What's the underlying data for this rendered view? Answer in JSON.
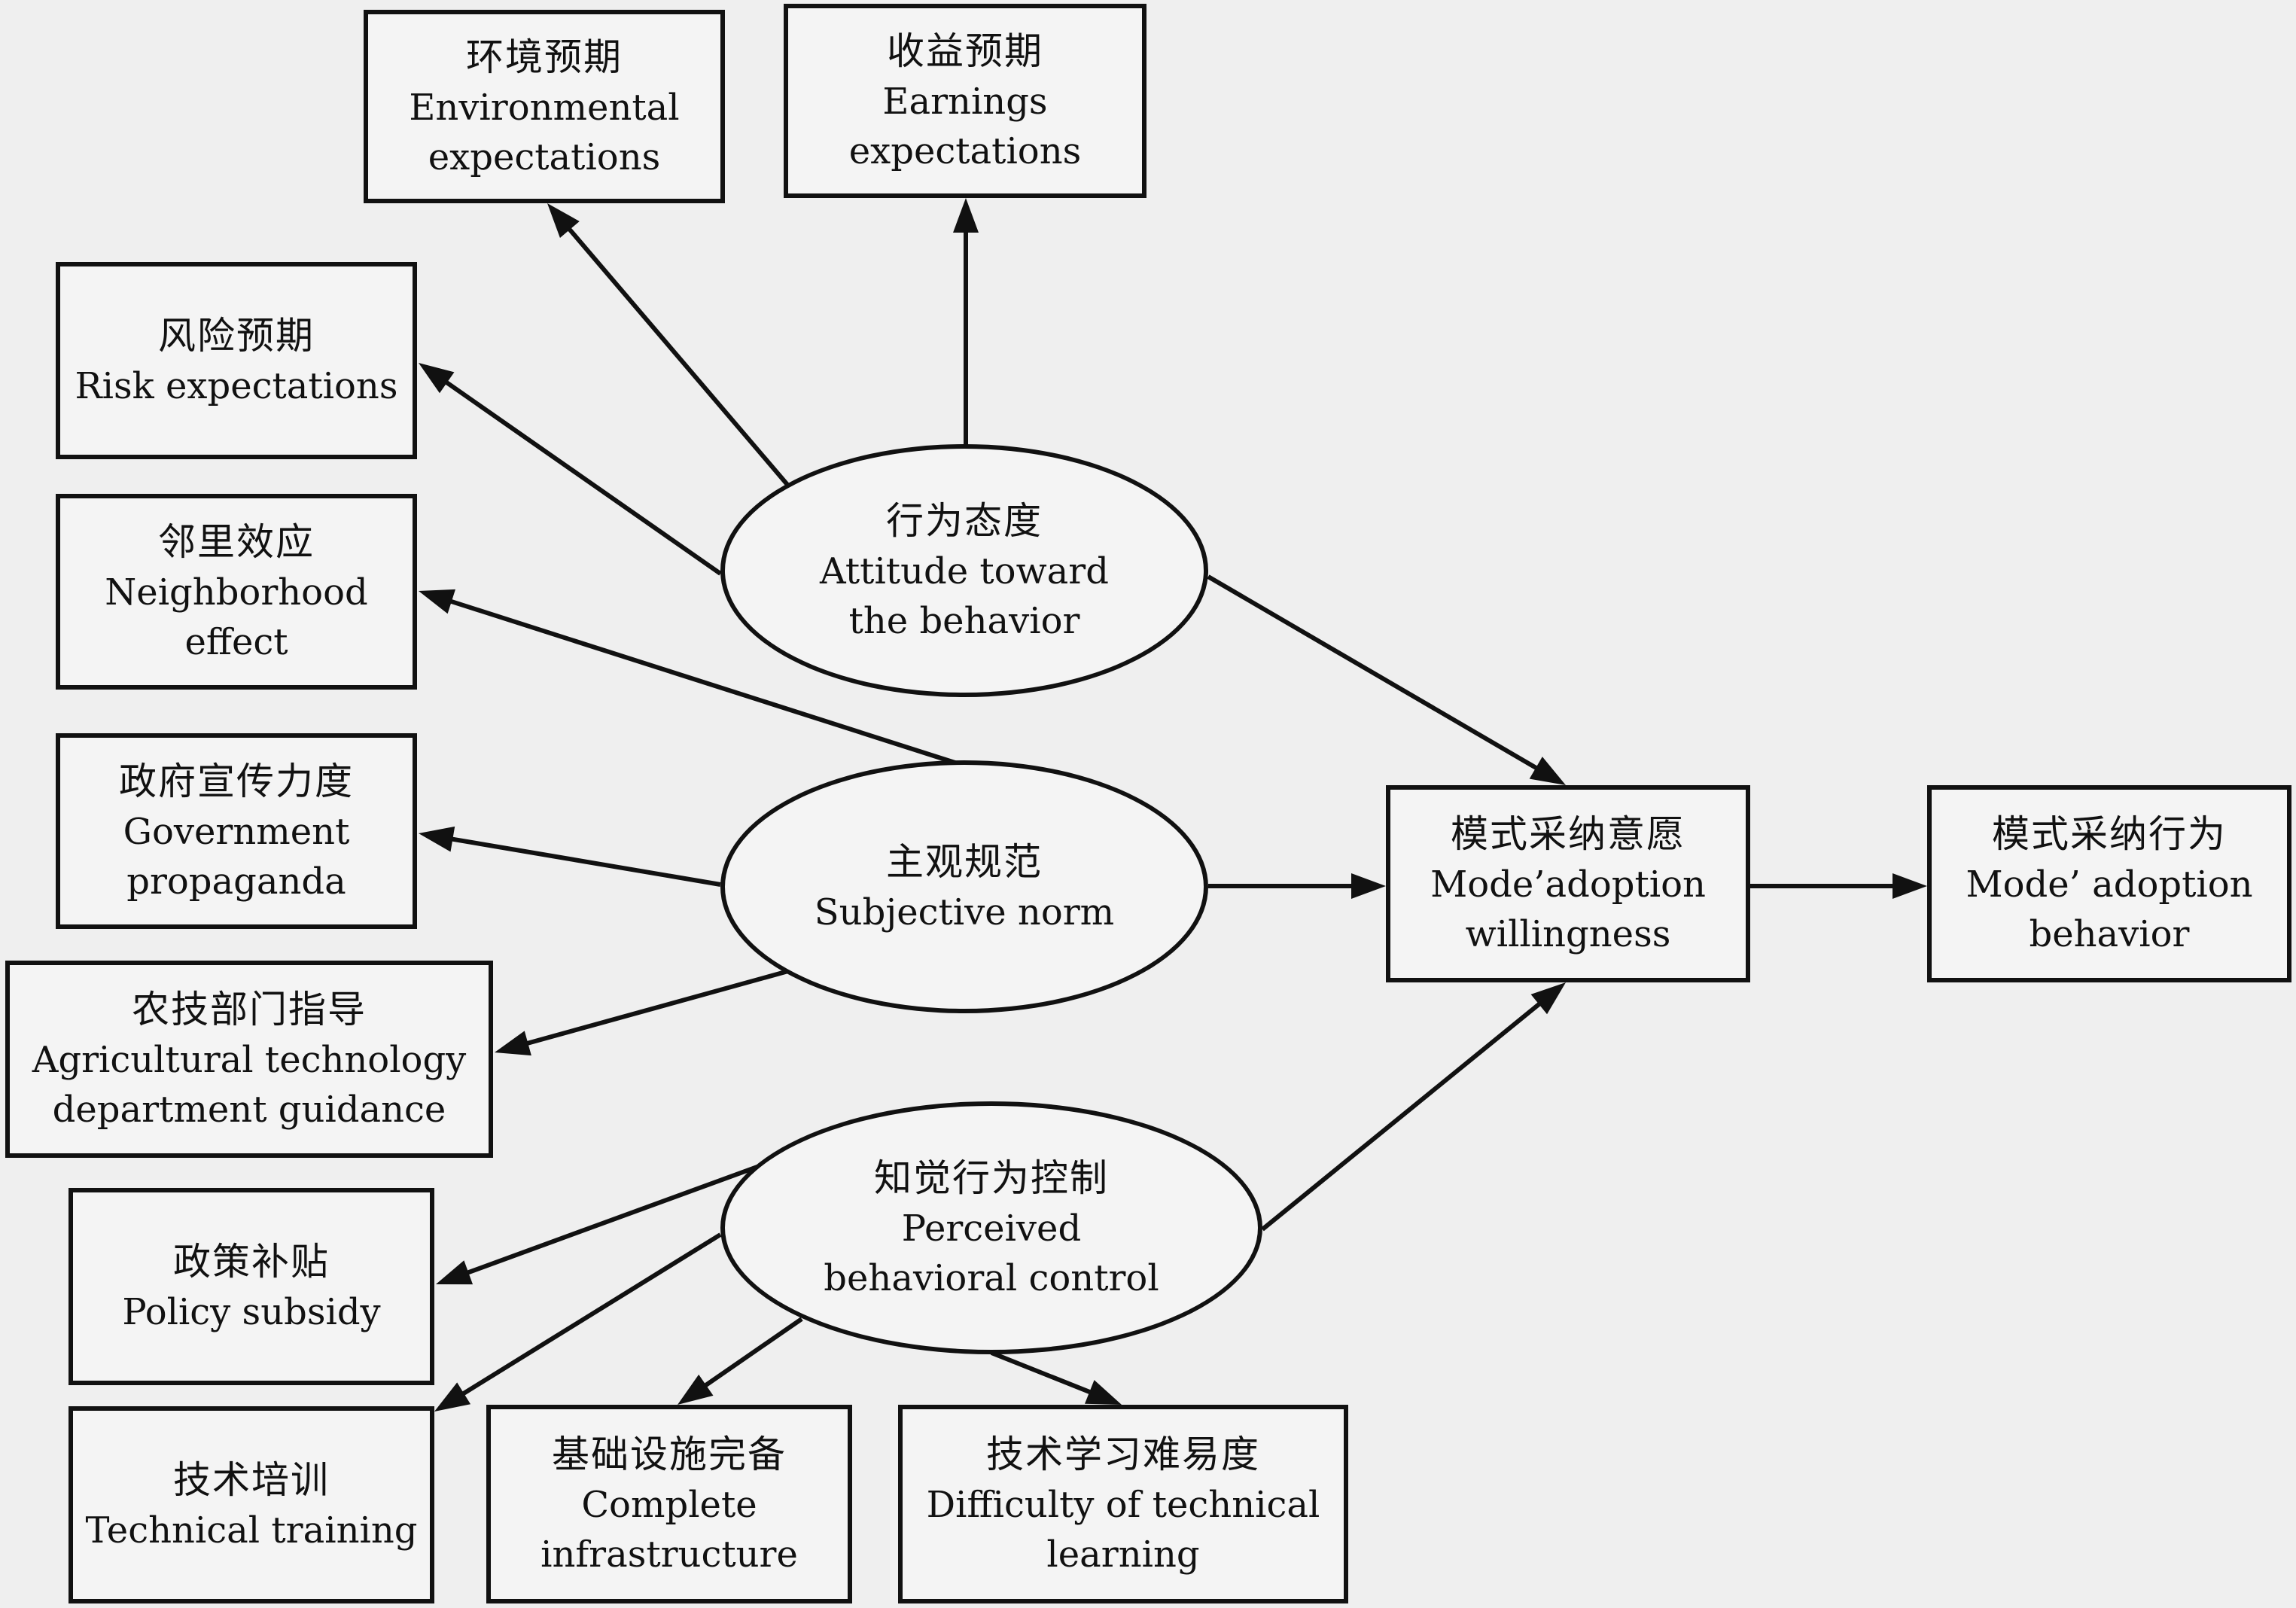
{
  "nodes": {
    "environmental_expectations": {
      "zh": "环境预期",
      "en": "Environmental\nexpectations"
    },
    "earnings_expectations": {
      "zh": "收益预期",
      "en": "Earnings\nexpectations"
    },
    "risk_expectations": {
      "zh": "风险预期",
      "en": "Risk expectations"
    },
    "neighborhood_effect": {
      "zh": "邻里效应",
      "en": "Neighborhood\neffect"
    },
    "government_propaganda": {
      "zh": "政府宣传力度",
      "en": "Government\npropaganda"
    },
    "agri_tech_guidance": {
      "zh": "农技部门指导",
      "en": "Agricultural technology\ndepartment guidance"
    },
    "policy_subsidy": {
      "zh": "政策补贴",
      "en": "Policy subsidy"
    },
    "technical_training": {
      "zh": "技术培训",
      "en": "Technical training"
    },
    "complete_infrastructure": {
      "zh": "基础设施完备",
      "en": "Complete\ninfrastructure"
    },
    "difficulty_learning": {
      "zh": "技术学习难易度",
      "en": "Difficulty of technical\nlearning"
    },
    "attitude": {
      "zh": "行为态度",
      "en": "Attitude toward\nthe behavior"
    },
    "subjective_norm": {
      "zh": "主观规范",
      "en": "Subjective norm"
    },
    "perceived_control": {
      "zh": "知觉行为控制",
      "en": "Perceived\nbehavioral control"
    },
    "adoption_willingness": {
      "zh": "模式采纳意愿",
      "en": "Mode’adoption\nwillingness"
    },
    "adoption_behavior": {
      "zh": "模式采纳行为",
      "en": "Mode’ adoption\nbehavior"
    }
  },
  "edges": [
    {
      "from": "attitude",
      "to": "environmental_expectations"
    },
    {
      "from": "attitude",
      "to": "earnings_expectations"
    },
    {
      "from": "attitude",
      "to": "risk_expectations"
    },
    {
      "from": "attitude",
      "to": "adoption_willingness"
    },
    {
      "from": "subjective_norm",
      "to": "neighborhood_effect"
    },
    {
      "from": "subjective_norm",
      "to": "government_propaganda"
    },
    {
      "from": "subjective_norm",
      "to": "agri_tech_guidance"
    },
    {
      "from": "subjective_norm",
      "to": "adoption_willingness"
    },
    {
      "from": "perceived_control",
      "to": "policy_subsidy"
    },
    {
      "from": "perceived_control",
      "to": "technical_training"
    },
    {
      "from": "perceived_control",
      "to": "complete_infrastructure"
    },
    {
      "from": "perceived_control",
      "to": "difficulty_learning"
    },
    {
      "from": "perceived_control",
      "to": "adoption_willingness"
    },
    {
      "from": "adoption_willingness",
      "to": "adoption_behavior"
    }
  ]
}
